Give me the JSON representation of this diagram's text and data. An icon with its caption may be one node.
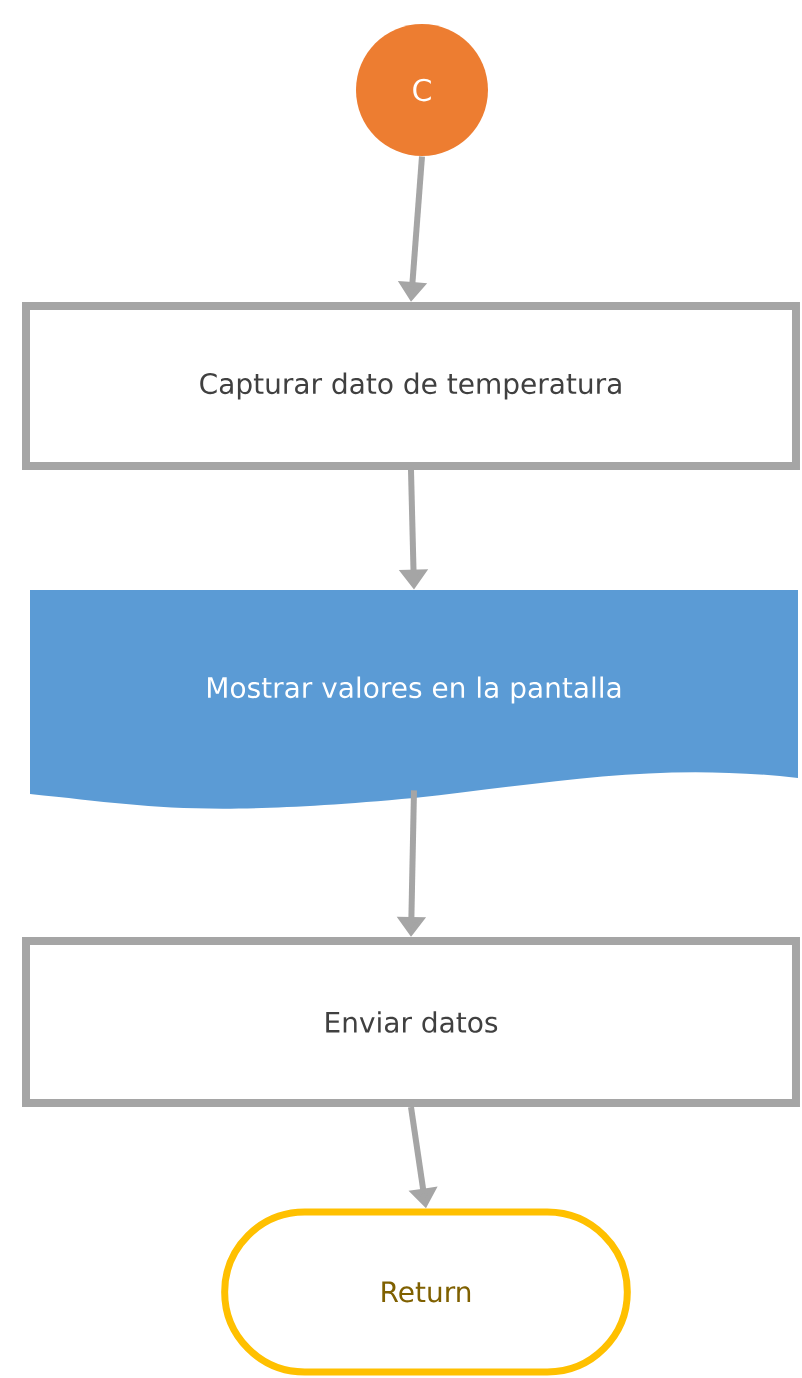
{
  "diagram": {
    "nodes": [
      {
        "text": [
          "C"
        ]
      },
      {
        "text": [
          "Capturar dato de temperatura"
        ]
      },
      {
        "text": [
          "Mostrar valores en la pantalla"
        ]
      },
      {
        "text": [
          "Enviar datos"
        ]
      },
      {
        "text": [
          "Return"
        ]
      }
    ],
    "edges": [
      {
        "from": 0,
        "to": 1,
        "arrow": "to"
      },
      {
        "from": 1,
        "to": 2,
        "arrow": "to"
      },
      {
        "from": 2,
        "to": 3,
        "arrow": "to"
      },
      {
        "from": 3,
        "to": 4,
        "arrow": "to"
      }
    ]
  }
}
